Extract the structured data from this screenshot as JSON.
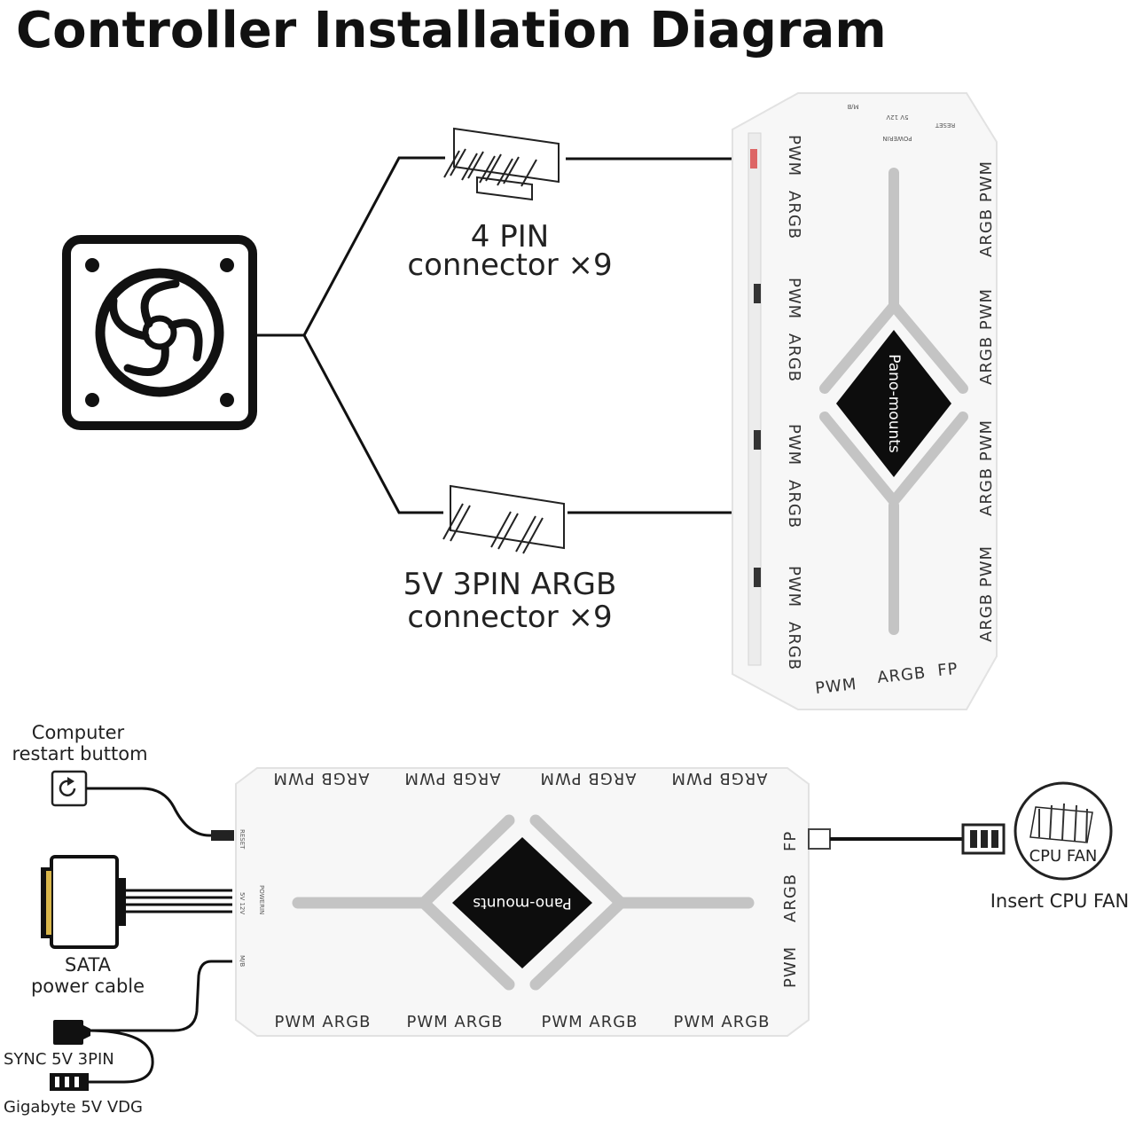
{
  "title": "Controller Installation Diagram",
  "connectors": {
    "pin4_line1": "4 PIN",
    "pin4_line2": "connector ×9",
    "argb_line1": "5V 3PIN  ARGB",
    "argb_line2": "connector ×9"
  },
  "top_hub": {
    "left_port_pwm": "PWM",
    "left_port_argb": "ARGB",
    "right_port": "ARGB PWM",
    "bottom_pwm": "PWM",
    "bottom_argb": "ARGB",
    "bottom_fp": "FP",
    "top_mb": "M/B",
    "top_power": "5V 12V",
    "top_powerin": "POWERIN",
    "top_reset": "RESET",
    "logo": "Pano-mounts"
  },
  "bottom_hub": {
    "top_port": "ARGB PWM",
    "bottom_port": "PWM  ARGB",
    "right_fp": "FP",
    "right_argb": "ARGB",
    "right_pwm": "PWM",
    "left_reset": "RESET",
    "left_power": "5V 12V",
    "left_powerin": "POWERIN",
    "left_mb": "M/B",
    "logo": "Pano-mounts"
  },
  "labels": {
    "restart_line1": "Computer",
    "restart_line2": "restart buttom",
    "sata_line1": "SATA",
    "sata_line2": "power cable",
    "sync": "SYNC 5V 3PIN",
    "gigabyte": "Gigabyte 5V VDG",
    "cpu_fan": "CPU FAN",
    "insert_cpu_fan": "Insert CPU FAN"
  },
  "colors": {
    "line": "#111111",
    "hub_body": "#f7f7f7",
    "hub_accent": "#c4c4c4",
    "logo_bg": "#0d0d0d",
    "sata_yellow": "#d9b64a"
  }
}
